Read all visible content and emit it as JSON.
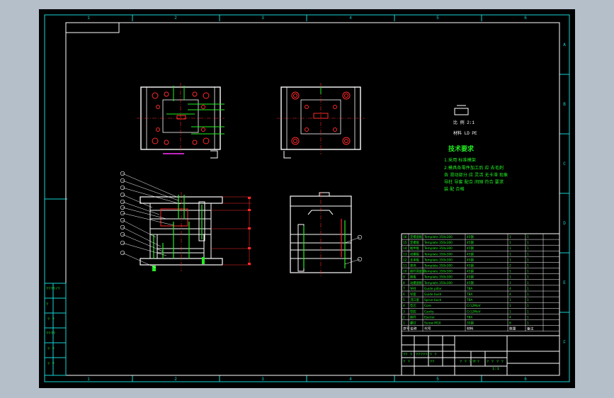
{
  "app": {
    "background_color": "#b4bfca",
    "canvas_color": "#000000",
    "frame_color": "#16d4d4",
    "main_line_color": "#ffffff",
    "accent_green": "#22ee22",
    "accent_red": "#ff2a2a",
    "accent_magenta": "#ff33ff"
  },
  "border": {
    "top_zones": [
      "1",
      "2",
      "3",
      "4",
      "5",
      "6"
    ],
    "bottom_zones": [
      "1",
      "2",
      "3",
      "4",
      "5",
      "6"
    ],
    "right_zones": [
      "A",
      "B",
      "C",
      "D",
      "E",
      "F"
    ]
  },
  "left_stamp": {
    "rows": [
      "????/?",
      "?",
      "? ?",
      "????",
      "? ?",
      "? ?"
    ]
  },
  "tech": {
    "scale_label": "比 例 2:1",
    "material_label": "材料 LD PE",
    "title": "技术要求",
    "lines": [
      "1.采用 标准模架",
      "2.模具各零件加工后 应 去毛刺",
      "各 滑动部分 应 灵活 无卡滞 现象",
      "导柱 导套 配合 间隙 符合 要求",
      "装 配 合格"
    ]
  },
  "bom": {
    "rows": [
      [
        "16",
        "定模座板",
        "Template 350x300",
        "45钢",
        "1",
        "1"
      ],
      [
        "15",
        "定模板",
        "Template 350x300",
        "45钢",
        "1",
        "1"
      ],
      [
        "14",
        "推件板",
        "Template 350x300",
        "45钢",
        "1",
        "1"
      ],
      [
        "13",
        "动模板",
        "Template 350x300",
        "45钢",
        "1",
        "1"
      ],
      [
        "12",
        "支承板",
        "Template 350x300",
        "45钢",
        "1",
        "1"
      ],
      [
        "11",
        "垫块",
        "Template 350x300",
        "45钢",
        "2",
        "1"
      ],
      [
        "10",
        "推杆固定板",
        "Template 350x300",
        "45钢",
        "1",
        "1"
      ],
      [
        "9",
        "推板",
        "Template 350x300",
        "45钢",
        "1",
        "1"
      ],
      [
        "8",
        "动模座板",
        "Template 350x300",
        "45钢",
        "1",
        "1"
      ],
      [
        "7",
        "导柱",
        "Guide pillar",
        "T8A",
        "4",
        "1"
      ],
      [
        "6",
        "导套",
        "Guide bush",
        "T8A",
        "4",
        "1"
      ],
      [
        "5",
        "浇口套",
        "Sprue bush",
        "T8A",
        "1",
        "1"
      ],
      [
        "4",
        "型芯",
        "Core",
        "Cr12MoV",
        "1",
        "1"
      ],
      [
        "3",
        "型腔",
        "Cavity",
        "Cr12MoV",
        "1",
        "1"
      ],
      [
        "2",
        "推杆",
        "Ejector",
        "T8A",
        "4",
        "1"
      ],
      [
        "1",
        "螺钉",
        "Screw M10",
        "35钢",
        "8",
        "1"
      ]
    ],
    "header": [
      "序号",
      "名称",
      "代号",
      "材料",
      "数量",
      "备注"
    ]
  },
  "titleblock": {
    "cells": [
      "?? ?",
      "? ?",
      "????? ? ?",
      "??",
      "? ? ? ?",
      "? ?",
      "? ?",
      "? ?",
      "1:1"
    ]
  }
}
